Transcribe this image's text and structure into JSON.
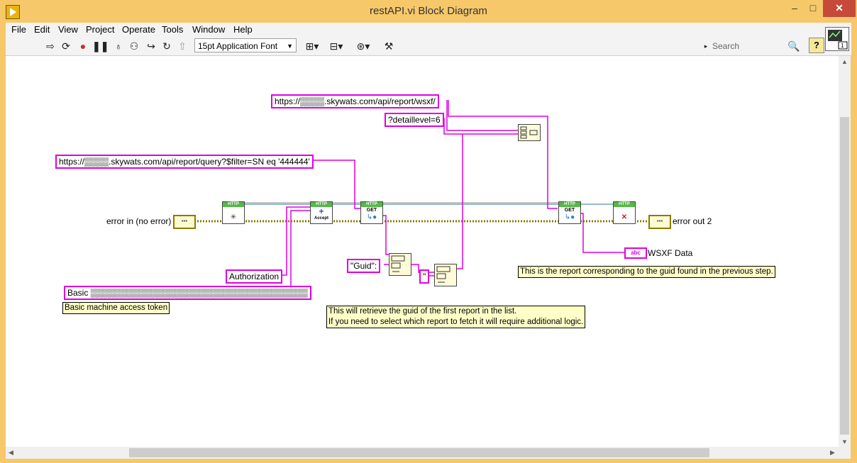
{
  "window": {
    "title": "restAPI.vi Block Diagram",
    "min": "–",
    "max": "□",
    "close": "✕"
  },
  "menu": {
    "items": [
      "File",
      "Edit",
      "View",
      "Project",
      "Operate",
      "Tools",
      "Window",
      "Help"
    ]
  },
  "toolbar": {
    "font": "15pt Application Font",
    "search_placeholder": "Search",
    "help": "?"
  },
  "constants": {
    "wsxf_url": "https://▒▒▒▒.skywats.com/api/report/wsxf/",
    "detail": "?detaillevel=6",
    "query_url": "https://▒▒▒▒.skywats.com/api/report/query?$filter=SN eq '444444'",
    "authorization": "Authorization",
    "basic_token": "Basic ▒▒▒▒▒▒▒▒▒▒▒▒▒▒▒▒▒▒▒▒▒▒▒▒▒▒▒▒▒▒▒▒▒▒▒▒",
    "guid_key": "\"Guid\":",
    "quote": "\""
  },
  "labels": {
    "error_in": "error in (no error)",
    "error_out": "error out 2",
    "wsxf_data": "WSXF Data"
  },
  "notes": {
    "token": "Basic machine access token",
    "guid_line1": "This will retrieve the guid of the first report in the list.",
    "guid_line2": "If you need to select which report to fetch it will require additional logic.",
    "report": "This is the report corresponding to the guid found in the previous step."
  },
  "nodes": {
    "http": "HTTP",
    "accept": "Accept",
    "get": "GET",
    "abc": "abc"
  },
  "colors": {
    "string_wire": "#e000e0",
    "error_wire": "#8a7a00",
    "refnum_wire": "#2a7a9a",
    "note_bg": "#ffffc8"
  }
}
